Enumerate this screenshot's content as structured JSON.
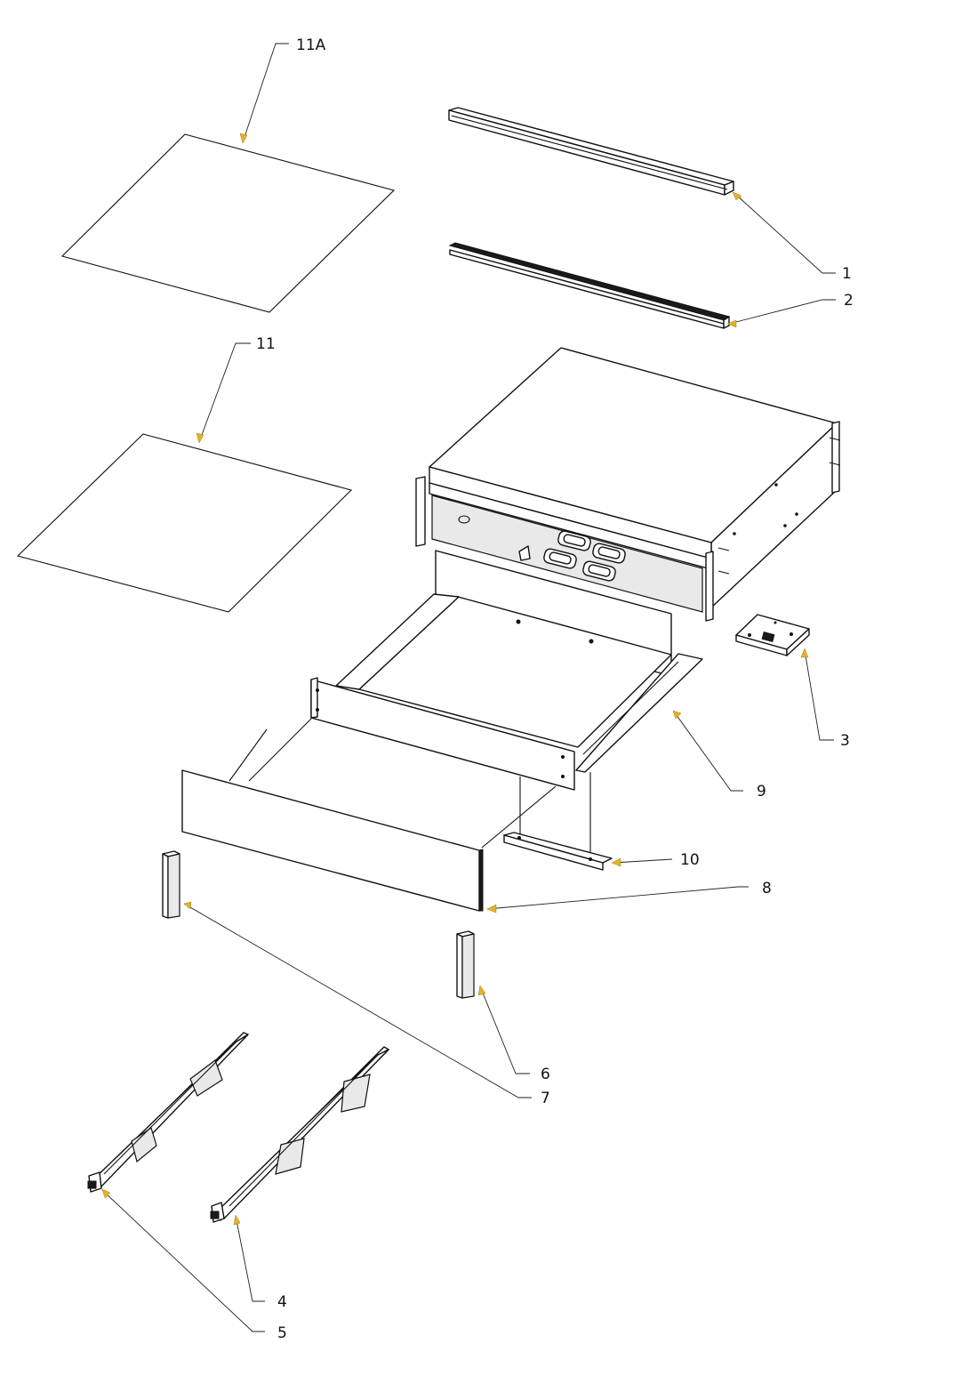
{
  "callouts": {
    "c1": "1",
    "c2": "2",
    "c3": "3",
    "c4": "4",
    "c5": "5",
    "c6": "6",
    "c7": "7",
    "c8": "8",
    "c9": "9",
    "c10": "10",
    "c11": "11",
    "c11a": "11A"
  },
  "colors": {
    "line": "#111111",
    "arrow": "#e4b321",
    "background": "#ffffff"
  }
}
